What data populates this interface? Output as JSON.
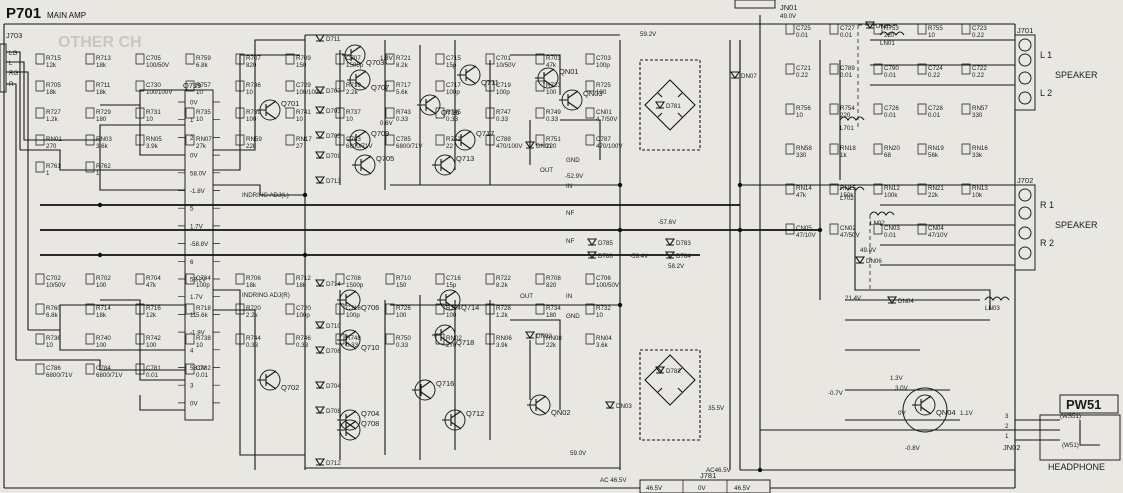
{
  "title": "P701",
  "subtitle": "MAIN  AMP",
  "connectors": {
    "j703": "J703",
    "jn01": "JN01",
    "j701": "J701",
    "j702": "J702",
    "jn02": "JN02",
    "j781": "J781",
    "pw51": "PW51"
  },
  "j703_pins": [
    "LG",
    "L",
    "RG",
    "R"
  ],
  "jn02_pins": [
    "3",
    "2",
    "1"
  ],
  "j781_pins": [
    "46.5V",
    "0V",
    "46.5V"
  ],
  "labels": {
    "speaker_l": "SPEAKER",
    "speaker_r": "SPEAKER",
    "headphone": "HEADPHONE",
    "l1": "L 1",
    "l2": "L 2",
    "r1": "R 1",
    "r2": "R 2",
    "indring_l": "INDRING  ADJ(L)",
    "indring_r": "INDRING  ADJ(R)",
    "ac_in_l": "AC 46.5V",
    "ac_in_r": "AC46.5V",
    "other_ch": "OTHER CH",
    "ws51": "(WS51)",
    "w51": "(W51)"
  },
  "ic": {
    "name": "Q719",
    "pins": [
      "0V",
      "1",
      "2",
      "0V",
      "58.0V",
      "-1.8V",
      "5",
      "1.7V",
      "-58.8V",
      "6",
      "58.2V",
      "1.7V",
      "11",
      "-1.8V",
      "4",
      "58.0V",
      "3",
      "0V"
    ]
  },
  "transistors": [
    "Q701",
    "Q703",
    "Q705",
    "Q707",
    "Q709",
    "Q711",
    "Q713",
    "Q715",
    "Q717",
    "Q702",
    "Q704",
    "Q706",
    "Q708",
    "Q710",
    "Q712",
    "Q714",
    "Q716",
    "Q718",
    "QN01",
    "QN02",
    "QN03",
    "QN04"
  ],
  "voltages": [
    "59.2V",
    "49.0V",
    "-52.9V",
    "-57.6V",
    "-59.4V",
    "59.0V",
    "35.5V",
    "-0.7V",
    "3.0V",
    "1.1V",
    "1.3V",
    "0V",
    "-0.8V",
    "21.4V",
    "58.2V",
    "49.0V",
    "0.6V",
    "1.8V"
  ],
  "nets": [
    "OUT",
    "IN",
    "GND",
    "NF",
    "OUT",
    "IN",
    "GND",
    "NF"
  ],
  "parts": {
    "upper": [
      {
        "ref": "R715",
        "val": "12k"
      },
      {
        "ref": "R713",
        "val": "18k"
      },
      {
        "ref": "C705",
        "val": "100/50V"
      },
      {
        "ref": "R759",
        "val": "6.8k"
      },
      {
        "ref": "R707",
        "val": "820"
      },
      {
        "ref": "R709",
        "val": "150"
      },
      {
        "ref": "C707",
        "val": "1500p"
      },
      {
        "ref": "R721",
        "val": "8.2k"
      },
      {
        "ref": "C715",
        "val": "15p"
      },
      {
        "ref": "C701",
        "val": "10/50V"
      },
      {
        "ref": "R703",
        "val": "47k"
      },
      {
        "ref": "C703",
        "val": "100p"
      },
      {
        "ref": "R705",
        "val": "18k"
      },
      {
        "ref": "R711",
        "val": "18k"
      },
      {
        "ref": "C730",
        "val": "100/100V"
      },
      {
        "ref": "R757",
        "val": "10"
      },
      {
        "ref": "R736",
        "val": "10"
      },
      {
        "ref": "C729",
        "val": "100/100V"
      },
      {
        "ref": "R719",
        "val": "2.2k"
      },
      {
        "ref": "R717",
        "val": "5.6k"
      },
      {
        "ref": "C717",
        "val": "100p"
      },
      {
        "ref": "C719",
        "val": "100p"
      },
      {
        "ref": "R723",
        "val": "100"
      },
      {
        "ref": "R725",
        "val": "100"
      },
      {
        "ref": "R727",
        "val": "1.2k"
      },
      {
        "ref": "R729",
        "val": "180"
      },
      {
        "ref": "R731",
        "val": "10"
      },
      {
        "ref": "R735",
        "val": "10"
      },
      {
        "ref": "R739",
        "val": "100"
      },
      {
        "ref": "R741",
        "val": "10"
      },
      {
        "ref": "R737",
        "val": "10"
      },
      {
        "ref": "R743",
        "val": "0.33"
      },
      {
        "ref": "R745",
        "val": "0.33"
      },
      {
        "ref": "R747",
        "val": "0.33"
      },
      {
        "ref": "R749",
        "val": "0.33"
      },
      {
        "ref": "CN01",
        "val": "4.7/50V"
      },
      {
        "ref": "RN01",
        "val": "270"
      },
      {
        "ref": "RN03",
        "val": "3.6k"
      },
      {
        "ref": "RN05",
        "val": "3.9k"
      },
      {
        "ref": "RN07",
        "val": "27k"
      },
      {
        "ref": "RN59",
        "val": "22k"
      },
      {
        "ref": "RN17",
        "val": "27"
      },
      {
        "ref": "C783",
        "val": "6800/71V"
      },
      {
        "ref": "C785",
        "val": "6800/71V"
      },
      {
        "ref": "R752",
        "val": "22"
      },
      {
        "ref": "C788",
        "val": "470/100V"
      },
      {
        "ref": "R751",
        "val": "220"
      },
      {
        "ref": "C787",
        "val": "470/100V"
      },
      {
        "ref": "R761",
        "val": "1"
      },
      {
        "ref": "R762",
        "val": "1"
      }
    ],
    "lower": [
      {
        "ref": "C702",
        "val": "10/50V"
      },
      {
        "ref": "R702",
        "val": "100"
      },
      {
        "ref": "R704",
        "val": "47k"
      },
      {
        "ref": "C704",
        "val": "100p"
      },
      {
        "ref": "R706",
        "val": "18k"
      },
      {
        "ref": "R712",
        "val": "18k"
      },
      {
        "ref": "C708",
        "val": "1500p"
      },
      {
        "ref": "R710",
        "val": "150"
      },
      {
        "ref": "C716",
        "val": "15p"
      },
      {
        "ref": "R722",
        "val": "8.2k"
      },
      {
        "ref": "R708",
        "val": "820"
      },
      {
        "ref": "C706",
        "val": "100/50V"
      },
      {
        "ref": "R760",
        "val": "6.8k"
      },
      {
        "ref": "R714",
        "val": "18k"
      },
      {
        "ref": "R716",
        "val": "12k"
      },
      {
        "ref": "R718",
        "val": "5.6k"
      },
      {
        "ref": "R720",
        "val": "2.2k"
      },
      {
        "ref": "C720",
        "val": "100p"
      },
      {
        "ref": "C718",
        "val": "100p"
      },
      {
        "ref": "R726",
        "val": "100"
      },
      {
        "ref": "R724",
        "val": "100"
      },
      {
        "ref": "R728",
        "val": "1.2k"
      },
      {
        "ref": "R734",
        "val": "180"
      },
      {
        "ref": "R732",
        "val": "10"
      },
      {
        "ref": "R736",
        "val": "10"
      },
      {
        "ref": "R740",
        "val": "100"
      },
      {
        "ref": "R742",
        "val": "100"
      },
      {
        "ref": "R738",
        "val": "10"
      },
      {
        "ref": "R744",
        "val": "0.33"
      },
      {
        "ref": "R746",
        "val": "0.33"
      },
      {
        "ref": "R748",
        "val": "0.33"
      },
      {
        "ref": "R750",
        "val": "0.33"
      },
      {
        "ref": "RN02",
        "val": "270"
      },
      {
        "ref": "RN06",
        "val": "3.9k"
      },
      {
        "ref": "RN08",
        "val": "22k"
      },
      {
        "ref": "RN04",
        "val": "3.6k"
      },
      {
        "ref": "C786",
        "val": "6800/71V"
      },
      {
        "ref": "C784",
        "val": "6800/71V"
      },
      {
        "ref": "C781",
        "val": "0.01"
      },
      {
        "ref": "C782",
        "val": "0.01"
      }
    ],
    "right": [
      {
        "ref": "C725",
        "val": "0.01"
      },
      {
        "ref": "C727",
        "val": "0.01"
      },
      {
        "ref": "R753",
        "val": "220"
      },
      {
        "ref": "R755",
        "val": "10"
      },
      {
        "ref": "C723",
        "val": "0.22"
      },
      {
        "ref": "C721",
        "val": "0.22"
      },
      {
        "ref": "C789",
        "val": "0.01"
      },
      {
        "ref": "C790",
        "val": "0.01"
      },
      {
        "ref": "C724",
        "val": "0.22"
      },
      {
        "ref": "C722",
        "val": "0.22"
      },
      {
        "ref": "R756",
        "val": "10"
      },
      {
        "ref": "R754",
        "val": "220"
      },
      {
        "ref": "C726",
        "val": "0.01"
      },
      {
        "ref": "C728",
        "val": "0.01"
      },
      {
        "ref": "RN57",
        "val": "330"
      },
      {
        "ref": "RN58",
        "val": "330"
      },
      {
        "ref": "RN18",
        "val": "1k"
      },
      {
        "ref": "RN20",
        "val": "68"
      },
      {
        "ref": "RN19",
        "val": "56k"
      },
      {
        "ref": "RN16",
        "val": "33k"
      },
      {
        "ref": "RN14",
        "val": "47k"
      },
      {
        "ref": "RN15",
        "val": "150k"
      },
      {
        "ref": "RN12",
        "val": "100k"
      },
      {
        "ref": "RN21",
        "val": "22k"
      },
      {
        "ref": "RN13",
        "val": "10k"
      },
      {
        "ref": "CN05",
        "val": "47/10V"
      },
      {
        "ref": "CN02",
        "val": "47/50V"
      },
      {
        "ref": "CN03",
        "val": "0.01"
      },
      {
        "ref": "CN04",
        "val": "47/10V"
      }
    ]
  },
  "diodes": [
    "D711",
    "D713",
    "D707",
    "D703",
    "D705",
    "D709",
    "D712",
    "D714",
    "D710",
    "D706",
    "D704",
    "D708",
    "D781",
    "D782",
    "D785",
    "D786",
    "D783",
    "D784",
    "DN01",
    "DN02",
    "DN03",
    "DN04",
    "DN05",
    "DN06",
    "DN07"
  ],
  "coils": [
    "LN01",
    "LN02",
    "LN03",
    "L701",
    "L702"
  ],
  "colors": {
    "paper": "#e9e7e1",
    "ink": "#161616",
    "ghost": "#c9c6be"
  }
}
